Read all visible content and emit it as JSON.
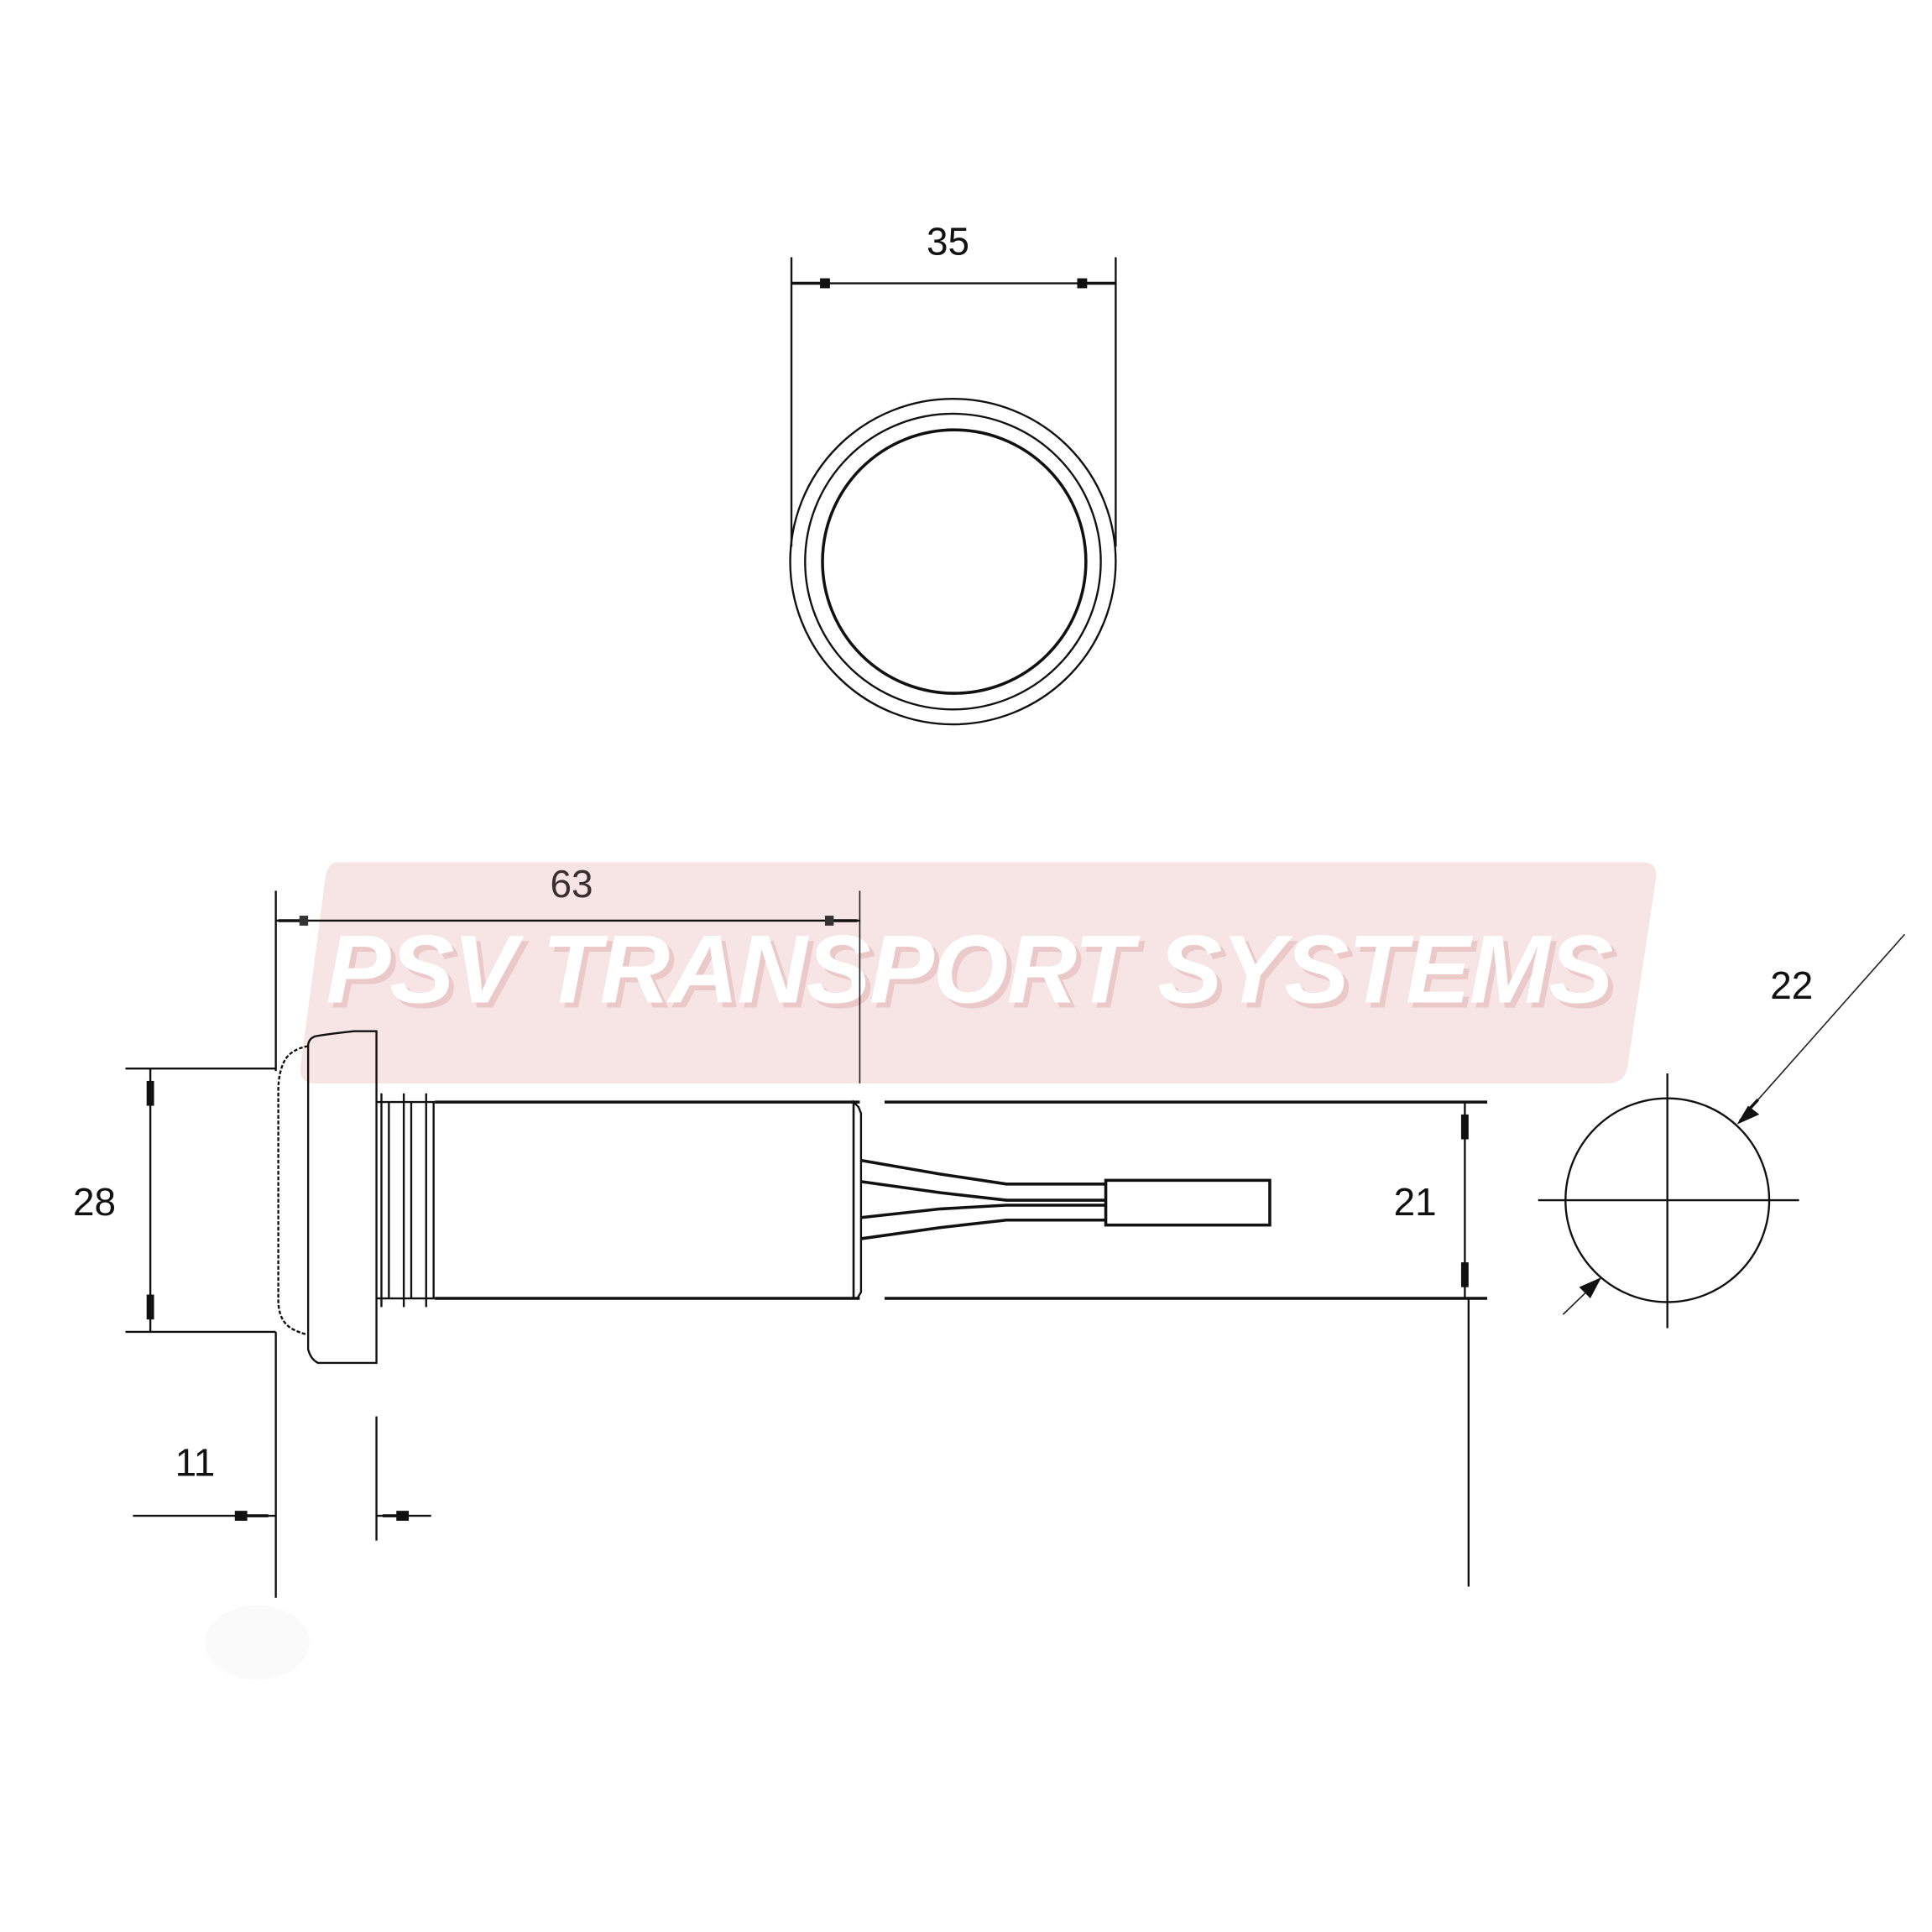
{
  "drawing": {
    "type": "technical dimension drawing",
    "units": "mm",
    "views": [
      "front view (circular face)",
      "side view",
      "mounting hole"
    ]
  },
  "watermark": {
    "text": "PSV TRANSPORT SYSTEMS",
    "band_color": "#f7e4e4",
    "text_color": "#ffffff",
    "shadow_color": "#ecc9c9"
  },
  "dimensions": {
    "face_diameter": "35",
    "overall_length": "63",
    "flange_height": "28",
    "body_diameter": "21",
    "hole_diameter": "22",
    "flange_depth": "11"
  },
  "colors": {
    "line": "#111111",
    "background": "#ffffff"
  }
}
